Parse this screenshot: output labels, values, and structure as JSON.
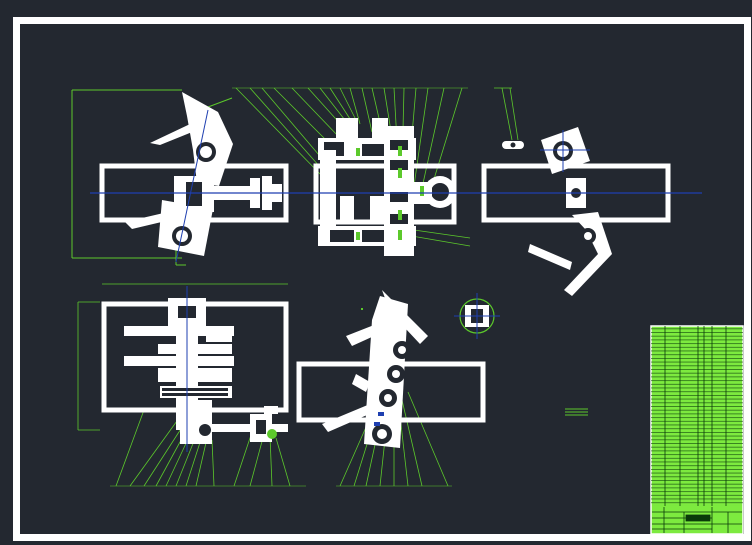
{
  "drawing": {
    "type": "mechanical-assembly-cad-drawing",
    "background_color": "#232830",
    "sheet_border_color": "#ffffff",
    "geometry_color": "#ffffff",
    "centerline_color": "#1e3fb0",
    "dimension_color": "#5cc92b",
    "views": [
      "top-left-view-with-arm",
      "top-middle-gearbox-view",
      "top-right-view-with-arm",
      "bottom-left-section-view",
      "bottom-middle-view-with-arm",
      "detail-circle-view"
    ],
    "title_block": {
      "parts_list_rows": 46,
      "has_title_grid": true
    }
  }
}
